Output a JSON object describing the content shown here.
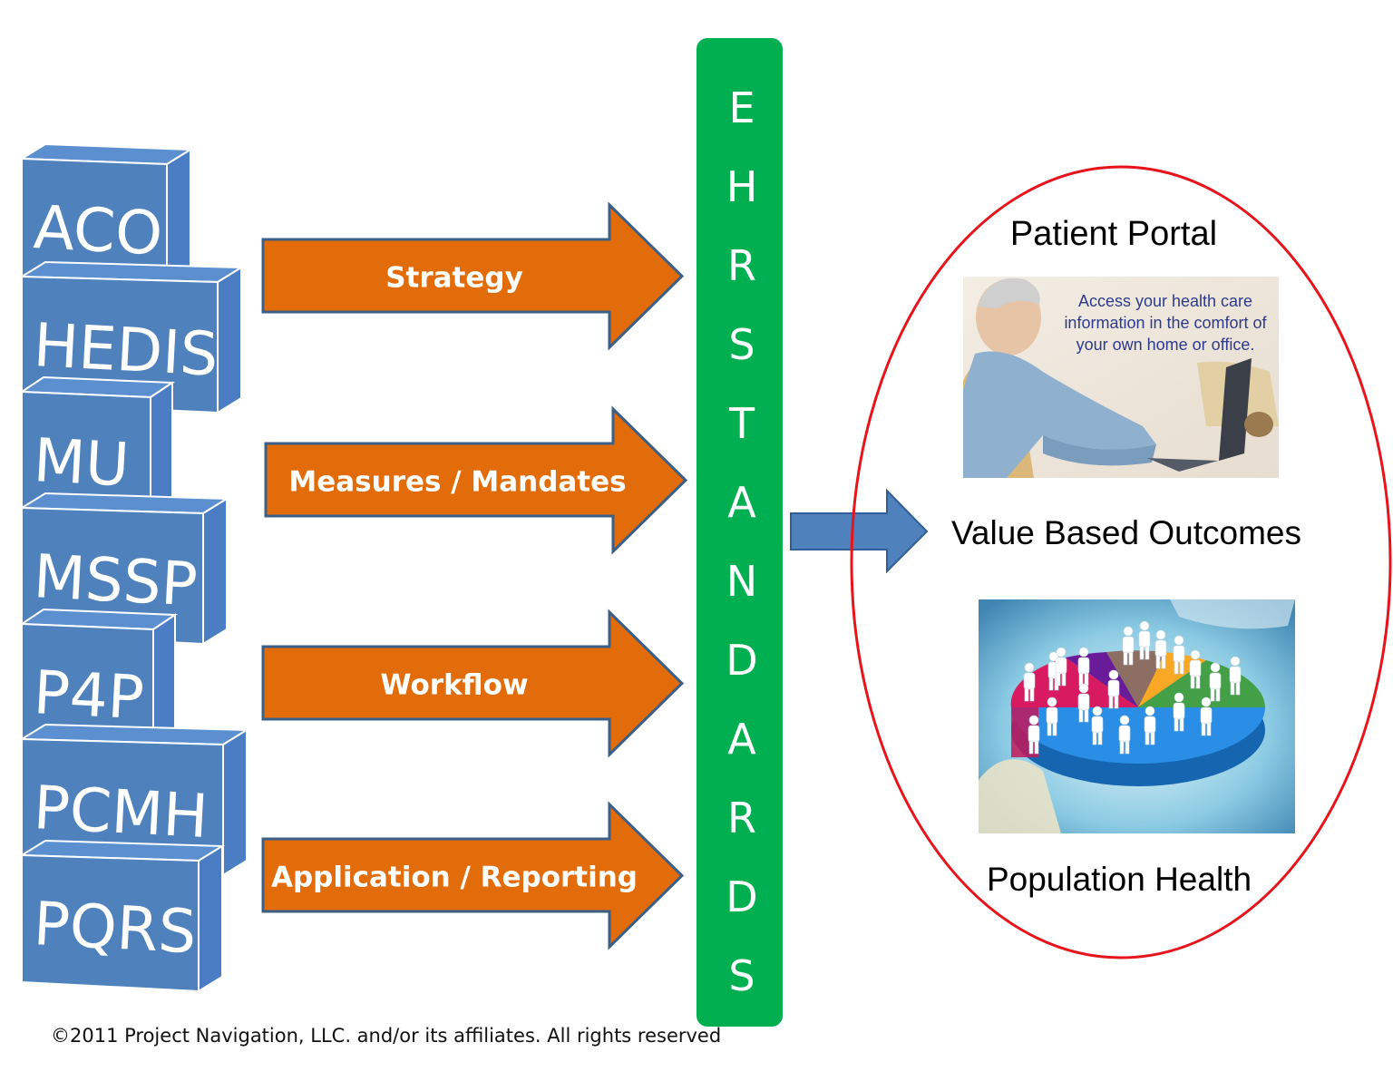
{
  "blocks": [
    {
      "label": "ACO"
    },
    {
      "label": "HEDIS"
    },
    {
      "label": "MU"
    },
    {
      "label": "MSSP"
    },
    {
      "label": "P4P"
    },
    {
      "label": "PCMH"
    },
    {
      "label": "PQRS"
    }
  ],
  "arrows": [
    {
      "label": "Strategy"
    },
    {
      "label": "Measures / Mandates"
    },
    {
      "label": "Workflow"
    },
    {
      "label": "Application / Reporting"
    }
  ],
  "ehr_bar": {
    "letters": [
      "E",
      "H",
      "R",
      "S",
      "T",
      "A",
      "N",
      "D",
      "A",
      "R",
      "D",
      "S"
    ]
  },
  "outcomes": {
    "patient_portal": "Patient Portal",
    "portal_caption": [
      "Access your health care",
      "information in the comfort of",
      "your own home or office."
    ],
    "value_based": "Value Based Outcomes",
    "population_health": "Population Health"
  },
  "footer": "©2011 Project Navigation, LLC. and/or its affiliates. All rights reserved",
  "colors": {
    "block_front": "#4f81bd",
    "block_side": "#4a7dc4",
    "orange_arrow": "#e36c0a",
    "green_bar": "#00b050",
    "blue_arrow": "#4f81bd",
    "ellipse": "#e8141c"
  }
}
